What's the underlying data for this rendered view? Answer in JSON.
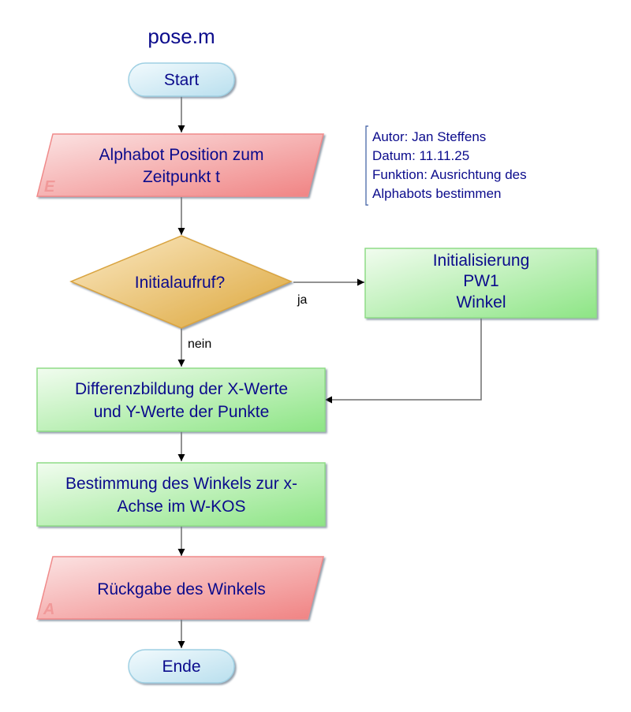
{
  "diagram": {
    "title": "pose.m",
    "note": {
      "lines": [
        "Autor: Jan Steffens",
        "Datum: 11.11.25",
        "Funktion: Ausrichtung des",
        "Alphabots bestimmen"
      ]
    },
    "nodes": {
      "start": {
        "type": "terminal",
        "label": "Start"
      },
      "input": {
        "type": "io",
        "marker": "E",
        "lines": [
          "Alphabot Position zum",
          "Zeitpunkt t"
        ]
      },
      "decision": {
        "type": "decision",
        "label": "Initialaufruf?"
      },
      "init": {
        "type": "process",
        "lines": [
          "Initialisierung",
          "PW1",
          "Winkel"
        ]
      },
      "diff": {
        "type": "process",
        "lines": [
          "Differenzbildung der X-Werte",
          "und Y-Werte der Punkte"
        ]
      },
      "angle": {
        "type": "process",
        "lines": [
          "Bestimmung des Winkels zur x-",
          "Achse im W-KOS"
        ]
      },
      "output": {
        "type": "io",
        "marker": "A",
        "lines": [
          "Rückgabe des Winkels"
        ]
      },
      "end": {
        "type": "terminal",
        "label": "Ende"
      }
    },
    "edges": [
      {
        "from": "start",
        "to": "input",
        "label": ""
      },
      {
        "from": "input",
        "to": "decision",
        "label": ""
      },
      {
        "from": "decision",
        "to": "init",
        "label": "ja"
      },
      {
        "from": "decision",
        "to": "diff",
        "label": "nein"
      },
      {
        "from": "init",
        "to": "diff",
        "label": ""
      },
      {
        "from": "diff",
        "to": "angle",
        "label": ""
      },
      {
        "from": "angle",
        "to": "output",
        "label": ""
      },
      {
        "from": "output",
        "to": "end",
        "label": ""
      }
    ],
    "colors": {
      "text": "#0b0b8c",
      "terminal_fill": "#d4edf5",
      "io_fill": "#f29a9a",
      "decision_fill": "#e8bb55",
      "process_fill": "#a8eea0",
      "edge": "#6e6e6e"
    }
  }
}
